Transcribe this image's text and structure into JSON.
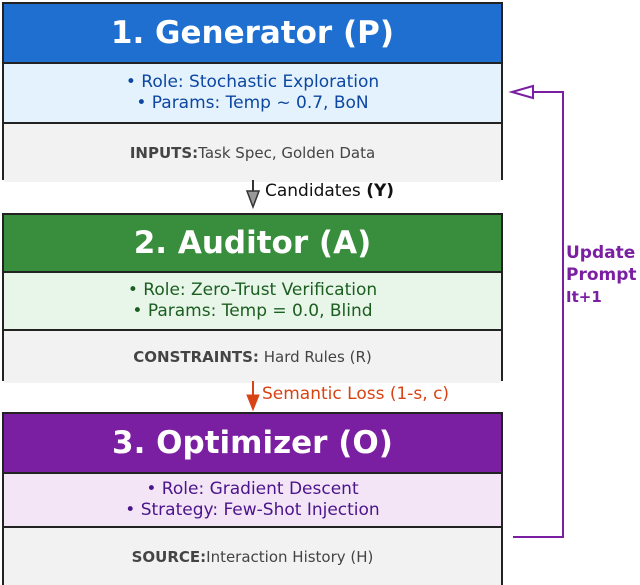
{
  "generator": {
    "title": "1. Generator (P)",
    "role": "• Role: Stochastic Exploration",
    "params": "• Params: Temp ~ 0.7, BoN",
    "footer_key": "INPUTS:",
    "footer_value": "Task Spec, Golden Data",
    "header_color": "#1e6fd0",
    "detail_bg": "#e3f2fd",
    "text_color": "#0d47a1"
  },
  "edge_candidates": {
    "label": "Candidates",
    "symbol": "(Y)"
  },
  "auditor": {
    "title": "2. Auditor (A)",
    "role": "• Role: Zero-Trust Verification",
    "params": "• Params: Temp = 0.0, Blind",
    "footer_key": "CONSTRAINTS:",
    "footer_value": "Hard Rules (R)",
    "header_color": "#388e3c",
    "detail_bg": "#e8f5e9",
    "text_color": "#1b5e20"
  },
  "edge_loss": {
    "label": "Semantic Loss (1-s, c)",
    "color": "#d84315"
  },
  "optimizer": {
    "title": "3. Optimizer (O)",
    "role": "• Role: Gradient Descent",
    "params": "• Strategy: Few-Shot Injection",
    "footer_key": "SOURCE:",
    "footer_value": "Interaction History (H)",
    "header_color": "#7b1fa2",
    "detail_bg": "#f3e5f5",
    "text_color": "#4a148c"
  },
  "feedback_loop": {
    "line1": "Update",
    "line2": "Prompt",
    "line3": "It+1",
    "color": "#7b1fa2"
  }
}
